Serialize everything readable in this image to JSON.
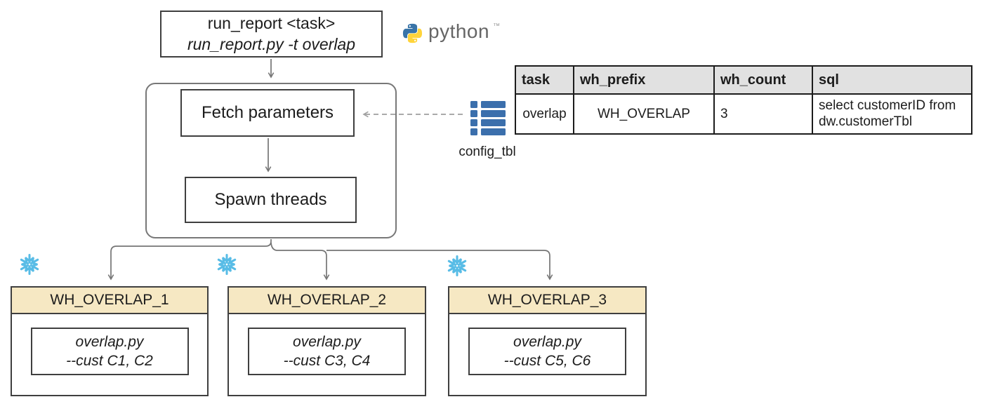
{
  "command_box": {
    "line1": "run_report <task>",
    "line2": "run_report.py -t overlap"
  },
  "python_logo": {
    "wordmark": "python",
    "trademark": "™"
  },
  "pipeline": {
    "step1_label": "Fetch parameters",
    "step2_label": "Spawn threads"
  },
  "config_source": {
    "label": "config_tbl",
    "icon": "table-list-icon"
  },
  "config_table": {
    "headers": [
      "task",
      "wh_prefix",
      "wh_count",
      "sql"
    ],
    "row": {
      "task": "overlap",
      "wh_prefix": "WH_OVERLAP",
      "wh_count": "3",
      "sql": "select customerID from dw.customerTbl"
    }
  },
  "warehouses": [
    {
      "title": "WH_OVERLAP_1",
      "script": "overlap.py",
      "args": "--cust C1, C2"
    },
    {
      "title": "WH_OVERLAP_2",
      "script": "overlap.py",
      "args": "--cust C3, C4"
    },
    {
      "title": "WH_OVERLAP_3",
      "script": "overlap.py",
      "args": "--cust C5, C6"
    }
  ],
  "colors": {
    "warehouse_header_bg": "#f6e8c3",
    "snowflake_blue": "#58bce6",
    "python_blue": "#3974a8",
    "python_yellow": "#ffd43b",
    "config_icon_blue": "#3b6fac",
    "table_header_bg": "#e1e1e1",
    "box_border": "#3f3f3f",
    "connector_gray": "#757575",
    "dashed_arrow_gray": "#9e9e9e"
  }
}
